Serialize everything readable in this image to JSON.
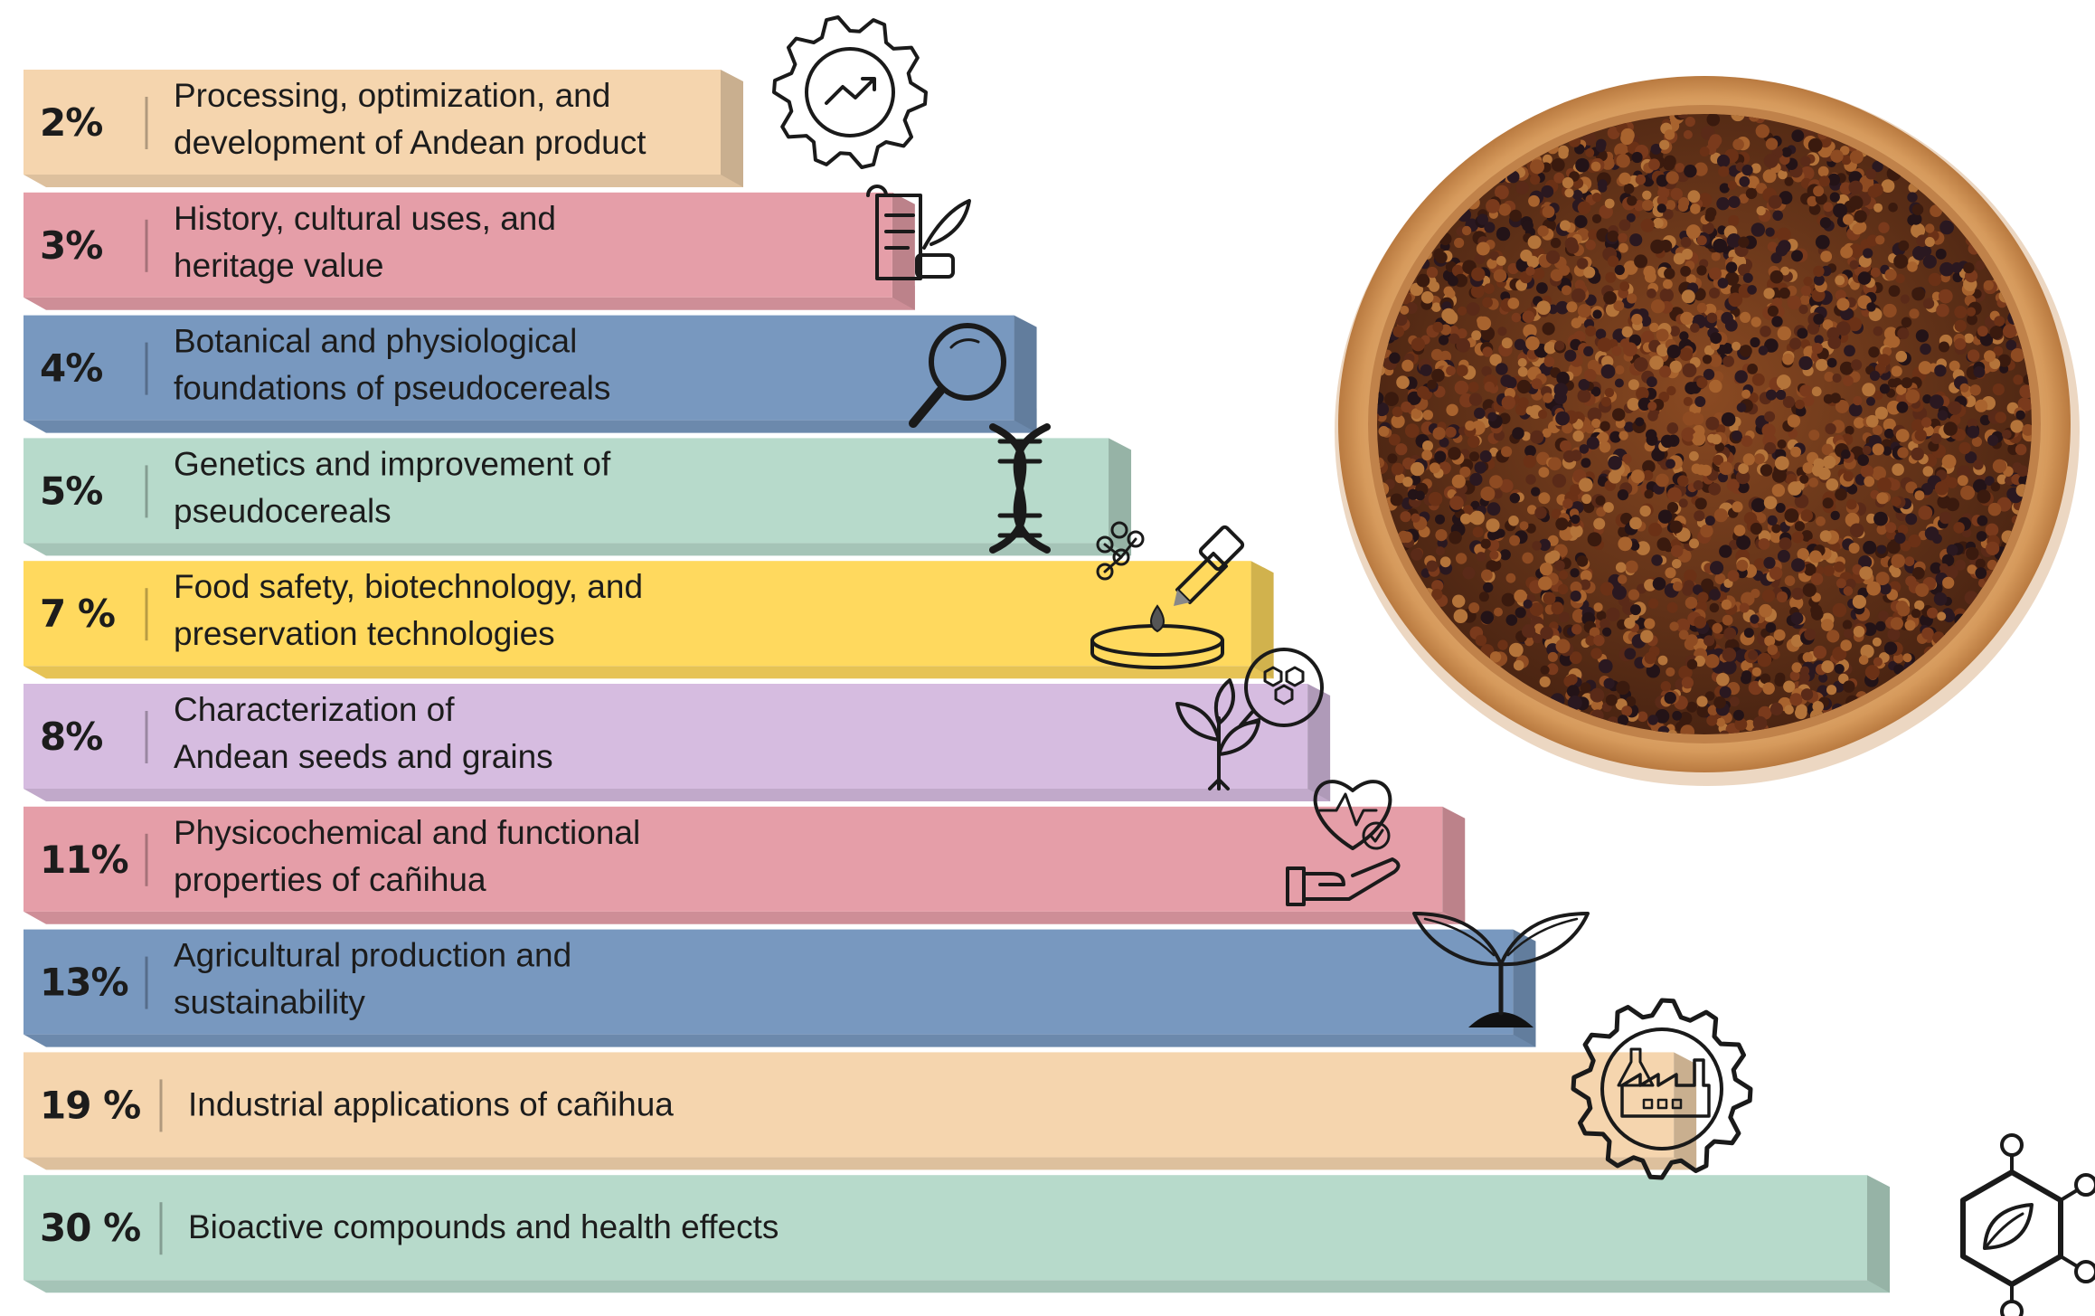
{
  "chart_data": {
    "type": "bar",
    "orientation": "horizontal-stepped",
    "bars": [
      {
        "pct_label": "2%",
        "value": 2,
        "label_lines": [
          "Processing, optimization, and",
          "development of Andean product"
        ],
        "color": "#F5D5AE",
        "icon": "gear-chart-icon"
      },
      {
        "pct_label": "3%",
        "value": 3,
        "label_lines": [
          "History, cultural uses, and",
          "heritage value"
        ],
        "color": "#E59EA8",
        "icon": "scroll-quill-icon"
      },
      {
        "pct_label": "4%",
        "value": 4,
        "label_lines": [
          "Botanical and physiological",
          "foundations of pseudocereals"
        ],
        "color": "#7898BF",
        "icon": "magnifier-icon"
      },
      {
        "pct_label": "5%",
        "value": 5,
        "label_lines": [
          "Genetics and improvement of",
          "pseudocereals"
        ],
        "color": "#B7DACB",
        "icon": "dna-icon"
      },
      {
        "pct_label": "7 %",
        "value": 7,
        "label_lines": [
          "Food safety, biotechnology, and",
          "preservation technologies"
        ],
        "color": "#FFD95E",
        "icon": "lab-dropper-icon"
      },
      {
        "pct_label": "8%",
        "value": 8,
        "label_lines": [
          "Characterization of",
          "Andean seeds and grains"
        ],
        "color": "#D6BCE0",
        "icon": "plant-molecule-icon"
      },
      {
        "pct_label": "11%",
        "value": 11,
        "label_lines": [
          "Physicochemical and functional",
          "properties of cañihua"
        ],
        "color": "#E59EA8",
        "icon": "heart-hand-icon"
      },
      {
        "pct_label": "13%",
        "value": 13,
        "label_lines": [
          "Agricultural production and",
          "sustainability"
        ],
        "color": "#7898BF",
        "icon": "sprout-icon"
      },
      {
        "pct_label": "19 %",
        "value": 19,
        "label_lines": [
          "Industrial applications of cañihua"
        ],
        "color": "#F5D5AE",
        "icon": "gear-factory-icon"
      },
      {
        "pct_label": "30 %",
        "value": 30,
        "label_lines": [
          "Bioactive compounds and health effects"
        ],
        "color": "#B7DACB",
        "icon": "molecule-leaf-icon"
      }
    ]
  },
  "image": {
    "icon": "canihua-bowl-icon"
  }
}
